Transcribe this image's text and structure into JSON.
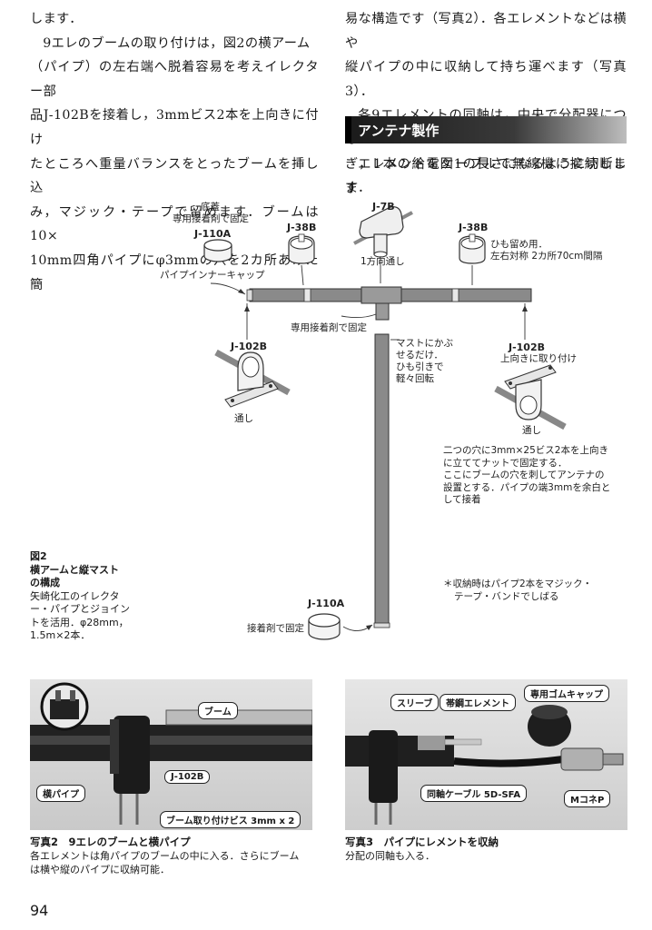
{
  "left_column": {
    "lines": [
      "します．",
      "9エレのブームの取り付けは，図2の横アーム",
      "（パイプ）の左右端へ脱着容易を考えイレクター部",
      "品J-102Bを接着し，3mmビス2本を上向きに付け",
      "たところへ重量バランスをとったブームを挿し込",
      "み，マジック・テープで留めます．ブームは10×",
      "10mm四角パイプにφ3mmの穴を2カ所あけた簡"
    ]
  },
  "right_column": {
    "line1": "易な構造です（写真2）．各エレメントなどは横や",
    "line2": "縦パイプの中に収納して持ち運べます（写真3）．",
    "line3": "各9エレメントの同軸は，中央で分配器につな",
    "line4": "ぎ，1本の給電ケーブルで無線機に接続します．",
    "section_heading": "アンテナ製作",
    "line5": "エレメントを図1の長さになるように切断しま"
  },
  "figure": {
    "label_bottom_lid": "底蓋",
    "label_glue_fix_top": "専用接着剤で固定",
    "part_j110a_top": "J-110A",
    "label_pipe_inner_cap": "パイプインナーキャップ",
    "part_j38b_left": "J-38B",
    "part_j7b": "J-7B",
    "label_one_way": "1方向通し",
    "part_j38b_right": "J-38B",
    "label_string_1": "ひも留め用．",
    "label_string_2": "左右対称 2カ所70cm間隔",
    "label_glue_fix_center": "専用接着剤で固定",
    "label_mast_1": "マストにかぶ",
    "label_mast_2": "せるだけ．",
    "label_mast_3": "ひも引きで",
    "label_mast_4": "軽々回転",
    "part_j102b_left": "J-102B",
    "label_through_left": "通し",
    "part_j102b_right": "J-102B",
    "label_upward": "上向きに取り付け",
    "label_through_right": "通し",
    "note_right_1": "二つの穴に3mm×25ビス2本を上向き",
    "note_right_2": "に立ててナットで固定する．",
    "note_right_3": "ここにブームの穴を刺してアンテナの",
    "note_right_4": "設置とする．パイプの端3mmを余白と",
    "note_right_5": "して接着",
    "note_storage_1": "＊収納時はパイプ2本をマジック・",
    "note_storage_2": "テープ・バンドでしばる",
    "part_j110a_bottom": "J-110A",
    "label_glue_fix_bottom": "接着剤で固定",
    "caption_title_1": "図2",
    "caption_title_2": "横アームと縦マスト",
    "caption_title_3": "の構成",
    "caption_body_1": "矢崎化工のイレクタ",
    "caption_body_2": "ー・パイプとジョイン",
    "caption_body_3": "トを活用．φ28mm，",
    "caption_body_4": "1.5m×2本．"
  },
  "photo2": {
    "label_boom": "ブーム",
    "label_j102b": "J-102B",
    "label_horizontal_pipe": "横パイプ",
    "label_screws": "ブーム取り付けビス 3mm x 2",
    "caption_title": "写真2　9エレのブームと横パイプ",
    "caption_body_1": "各エレメントは角パイプのブームの中に入る．さらにブーム",
    "caption_body_2": "は横や縦のパイプに収納可能．"
  },
  "photo3": {
    "label_sleeve": "スリーブ",
    "label_band_element": "帯鋼エレメント",
    "label_rubber_cap": "専用ゴムキャップ",
    "label_coax": "同軸ケーブル 5D-SFA",
    "label_m_connector": "MコネP",
    "caption_title": "写真3　パイプにレメントを収納",
    "caption_body": "分配の同軸も入る．"
  },
  "page_number": "94"
}
